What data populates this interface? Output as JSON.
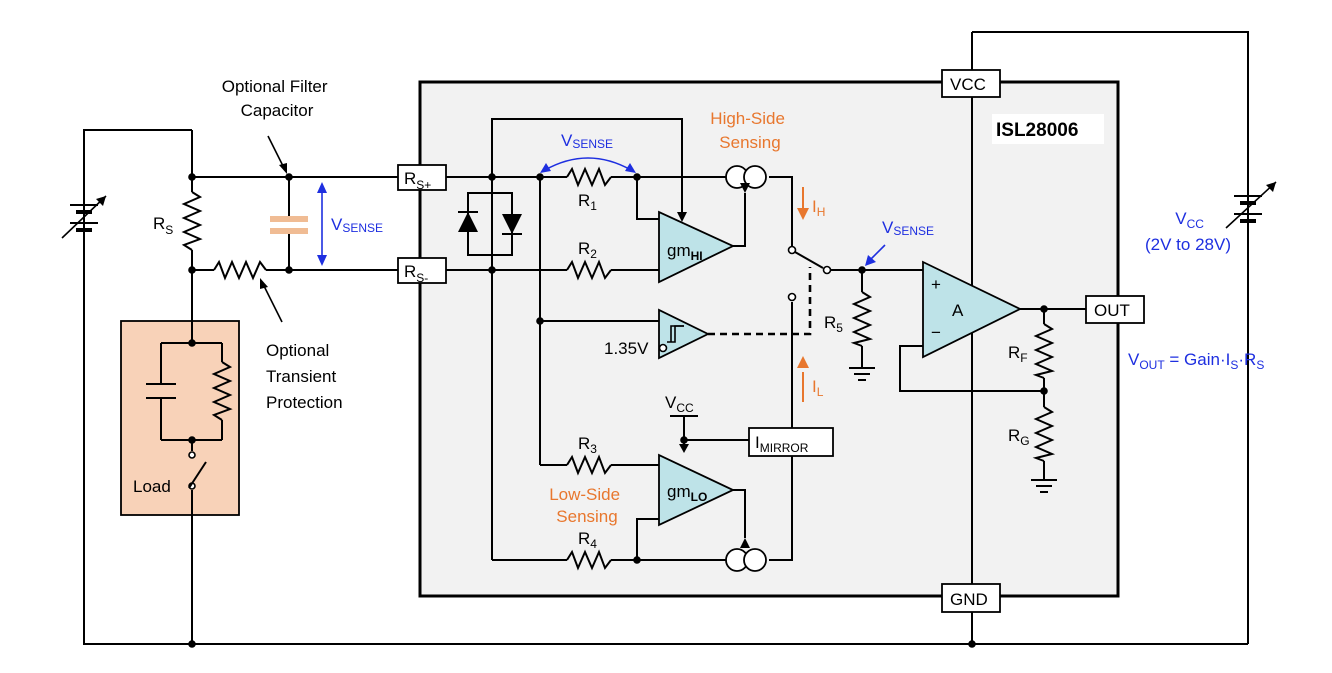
{
  "chip": {
    "name": "ISL28006",
    "colors": {
      "chip_fill": "#F2F2F2",
      "load_fill": "#F8D2B8",
      "amp_fill": "#BEE3E8",
      "accent_orange": "#E8772E",
      "accent_blue": "#1E2FE0"
    }
  },
  "pins": {
    "vcc": "VCC",
    "gnd": "GND",
    "out": "OUT",
    "rs_plus": {
      "main": "R",
      "sub": "S+"
    },
    "rs_minus": {
      "main": "R",
      "sub": "S-"
    }
  },
  "external": {
    "filter_cap_label": [
      "Optional Filter",
      "Capacitor"
    ],
    "transient_label": [
      "Optional",
      "Transient",
      "Protection"
    ],
    "load_label": "Load",
    "rs": {
      "main": "R",
      "sub": "S"
    },
    "vsense_ext": {
      "main": "V",
      "sub": "SENSE"
    },
    "vcc_supply": {
      "main": "V",
      "sub": "CC",
      "range": "(2V to 28V)"
    },
    "vout_eq": {
      "a": "V",
      "a_sub": "OUT",
      "b": " = Gain·I",
      "b_sub": "S",
      "c": "·R",
      "c_sub": "S"
    }
  },
  "internal": {
    "high_side_label": [
      "High-Side",
      "Sensing"
    ],
    "low_side_label": [
      "Low-Side",
      "Sensing"
    ],
    "vsense_top": {
      "main": "V",
      "sub": "SENSE"
    },
    "vsense_mid": {
      "main": "V",
      "sub": "SENSE"
    },
    "r1": {
      "main": "R",
      "sub": "1"
    },
    "r2": {
      "main": "R",
      "sub": "2"
    },
    "r3": {
      "main": "R",
      "sub": "3"
    },
    "r4": {
      "main": "R",
      "sub": "4"
    },
    "r5": {
      "main": "R",
      "sub": "5"
    },
    "rf": {
      "main": "R",
      "sub": "F"
    },
    "rg": {
      "main": "R",
      "sub": "G"
    },
    "gm_hi": {
      "main": "gm",
      "sub": "HI"
    },
    "gm_lo": {
      "main": "gm",
      "sub": "LO"
    },
    "amp_a": "A",
    "plus_sign": "+",
    "minus_sign": "−",
    "threshold": "1.35V",
    "ih": {
      "main": "I",
      "sub": "H"
    },
    "il": {
      "main": "I",
      "sub": "L"
    },
    "imirror": {
      "main": "I",
      "sub": "MIRROR"
    },
    "vcc_int": {
      "main": "V",
      "sub": "CC"
    }
  }
}
